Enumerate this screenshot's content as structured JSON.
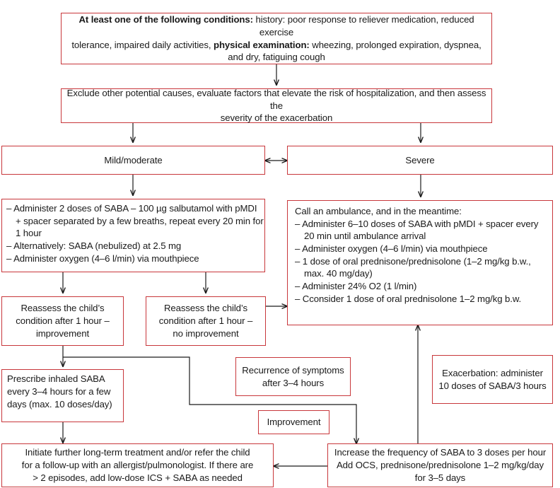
{
  "boxes": {
    "conditions": {
      "b1": "At least one of the following conditions:",
      "t1": " history: poor response to reliever medication, reduced exercise",
      "t2": "tolerance, impaired daily activities, ",
      "b2": "physical examination:",
      "t3": " wheezing, prolonged expiration, dyspnea,",
      "t4": "and dry, fatiguing cough"
    },
    "exclude": {
      "line1": "Exclude other potential causes, evaluate factors that elevate the risk of hospitalization, and then assess the",
      "line2": "severity of the exacerbation"
    },
    "mild": "Mild/moderate",
    "severe": "Severe",
    "mild_treatment": [
      "– Administer 2 doses of SABA – 100 µg salbutamol with pMDI",
      "+ spacer separated by a few breaths, repeat every 20 min for",
      "1 hour",
      "– Alternatively: SABA (nebulized) at 2.5 mg",
      "– Administer oxygen (4–6 l/min) via mouthpiece"
    ],
    "severe_treatment": {
      "intro": "Call an ambulance, and in the meantime:",
      "lines": [
        "– Administer 6–10 doses of SABA with pMDI + spacer every",
        "20 min until ambulance arrival",
        "– Administer oxygen (4–6 l/min) via mouthpiece",
        "– 1 dose of oral prednisone/prednisolone (1–2 mg/kg b.w.,",
        "max. 40 mg/day)",
        "– Administer 24% O2 (1 l/min)",
        "– Cconsider 1 dose of oral prednisolone 1–2 mg/kg b.w."
      ]
    },
    "reassess_improvement": [
      "Reassess the child’s",
      "condition after 1 hour –",
      "improvement"
    ],
    "reassess_no_improvement": [
      "Reassess the child’s",
      "condition after 1 hour –",
      "no improvement"
    ],
    "prescribe": [
      "Prescribe inhaled SABA",
      "every 3–4 hours for a few",
      "days (max. 10 doses/day)"
    ],
    "recurrence": [
      "Recurrence of symptoms",
      "after 3–4 hours"
    ],
    "exacerbation": [
      "Exacerbation: administer",
      "10 doses of SABA/3 hours"
    ],
    "improvement": "Improvement",
    "initiate": [
      "Initiate further long-term treatment and/or refer the child",
      "for a follow-up with an allergist/pulmonologist. If there are",
      "> 2 episodes, add low-dose ICS + SABA as needed"
    ],
    "increase": [
      "Increase the frequency of SABA to 3 doses per hour",
      "Add OCS, prednisone/prednisolone 1–2 mg/kg/day",
      "for 3–5 days"
    ]
  },
  "colors": {
    "box_border": "#c8373b",
    "arrow": "#1a1a1a",
    "text": "#1a1a1a"
  }
}
